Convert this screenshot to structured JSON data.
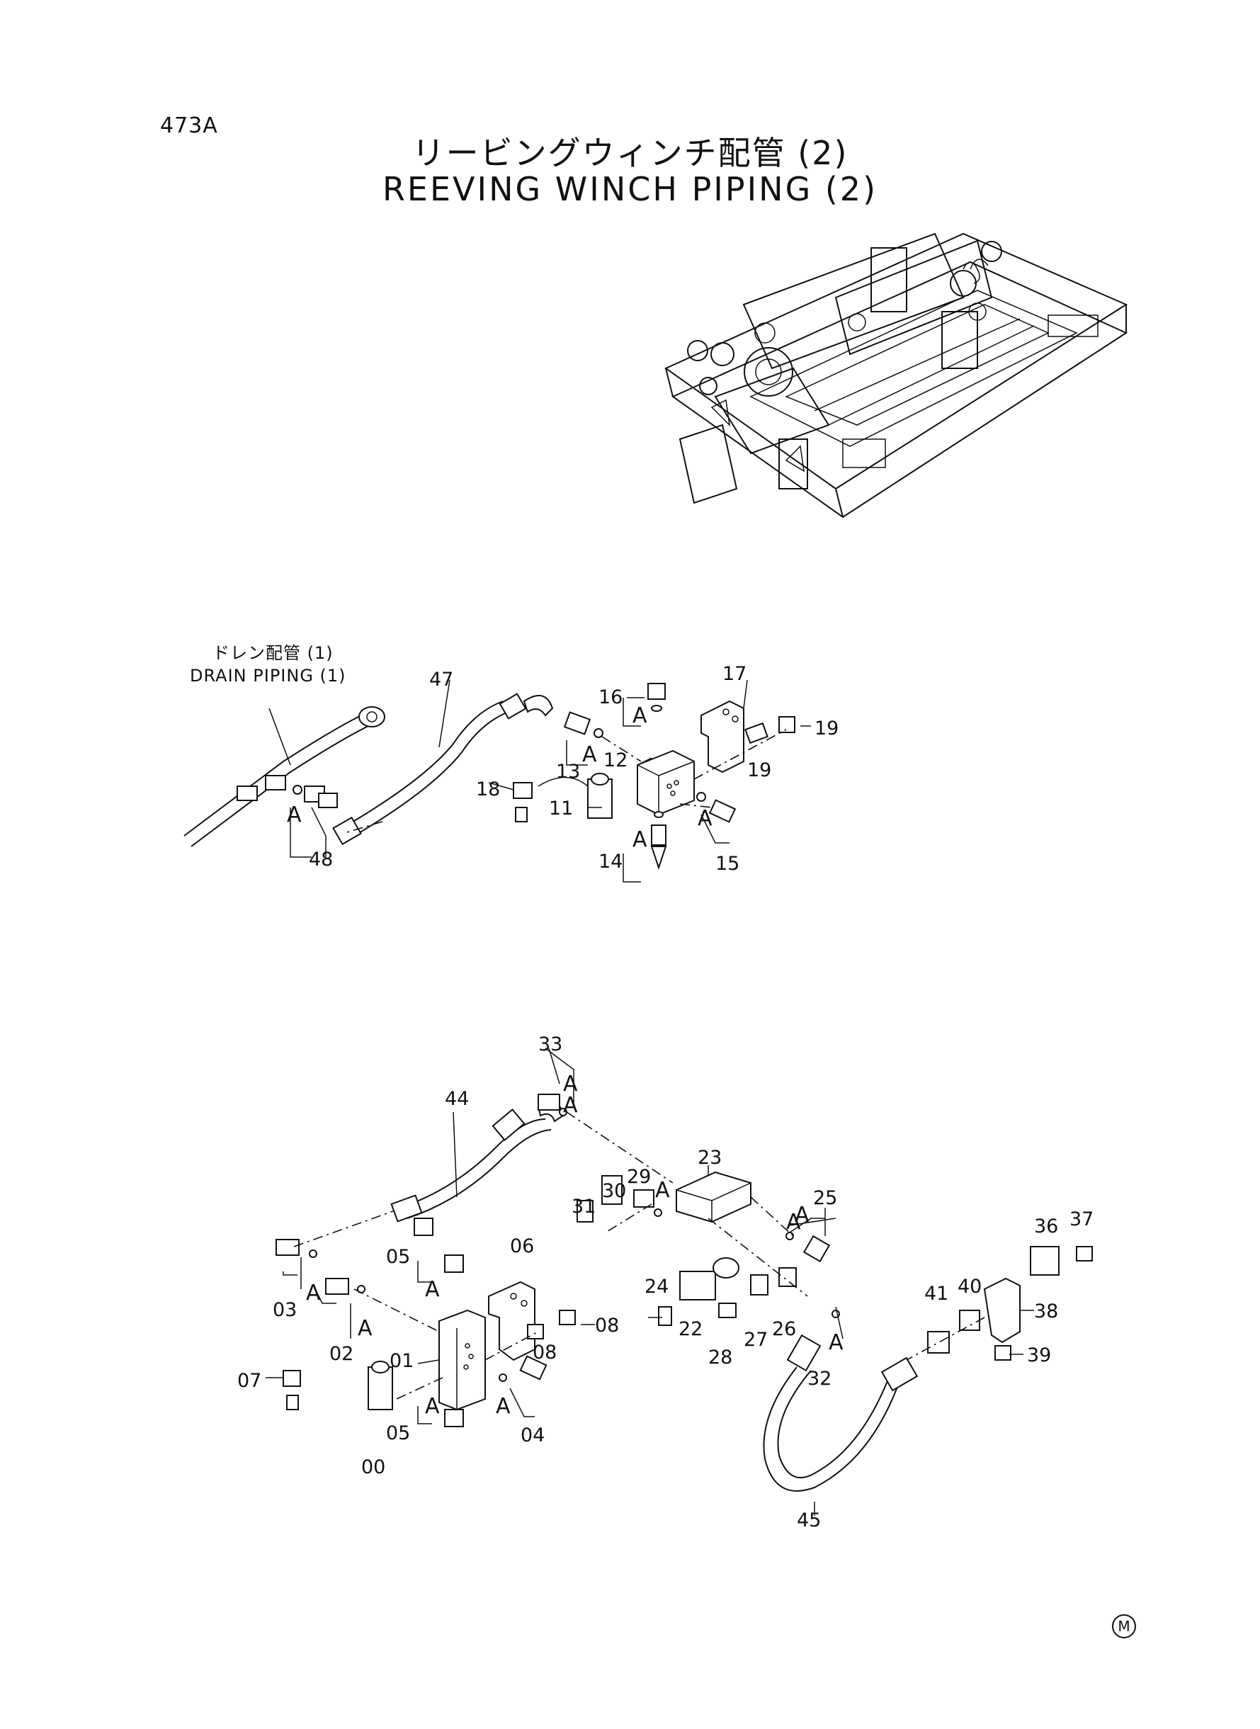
{
  "header": {
    "page_number": "473A",
    "title_jp": "リービングウィンチ配管 (2)",
    "title_en": "REEVING WINCH PIPING (2)"
  },
  "upper_assembly": {
    "note_jp": "ドレン配管 (1)",
    "note_en": "DRAIN PIPING (1)",
    "callouts": [
      "47",
      "16",
      "17",
      "19",
      "19",
      "12",
      "13",
      "18",
      "11",
      "14",
      "15",
      "48"
    ],
    "group_marks": [
      "A",
      "A",
      "A",
      "A",
      "A"
    ]
  },
  "lower_assembly": {
    "callouts": [
      "33",
      "44",
      "23",
      "25",
      "31",
      "30",
      "29",
      "36",
      "37",
      "05",
      "06",
      "03",
      "08",
      "08",
      "24",
      "22",
      "26",
      "40",
      "41",
      "38",
      "02",
      "01",
      "27",
      "28",
      "32",
      "39",
      "07",
      "05",
      "00",
      "04",
      "45"
    ],
    "group_marks": [
      "A",
      "A",
      "A",
      "A",
      "A",
      "A",
      "A",
      "A",
      "A",
      "A",
      "A"
    ]
  },
  "footer": {
    "corner_mark": "M"
  }
}
